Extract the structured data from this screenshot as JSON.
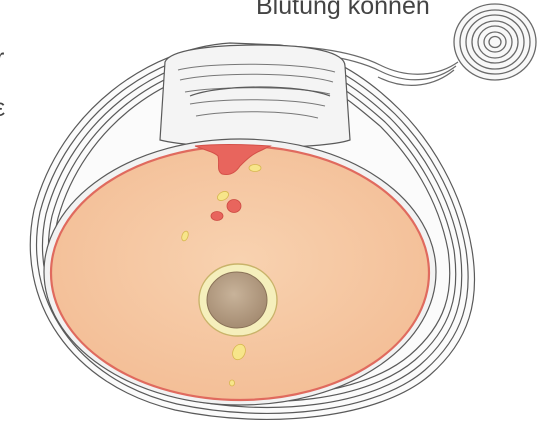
{
  "captions": {
    "top_partial": "Blutung können",
    "left_partial": "r",
    "left_partial_2": "ε"
  },
  "colors": {
    "stroke": "#5a5a5a",
    "sheath_fill": "#f7f7f7",
    "cut_surface": "#f7c9a3",
    "cut_edge": "#e06a5e",
    "hemorrhage": "#e8655d",
    "yellow_spot": "#f7e58a",
    "nucleus_ring": "#f4efb8",
    "nucleus_core": "#b89f85"
  }
}
